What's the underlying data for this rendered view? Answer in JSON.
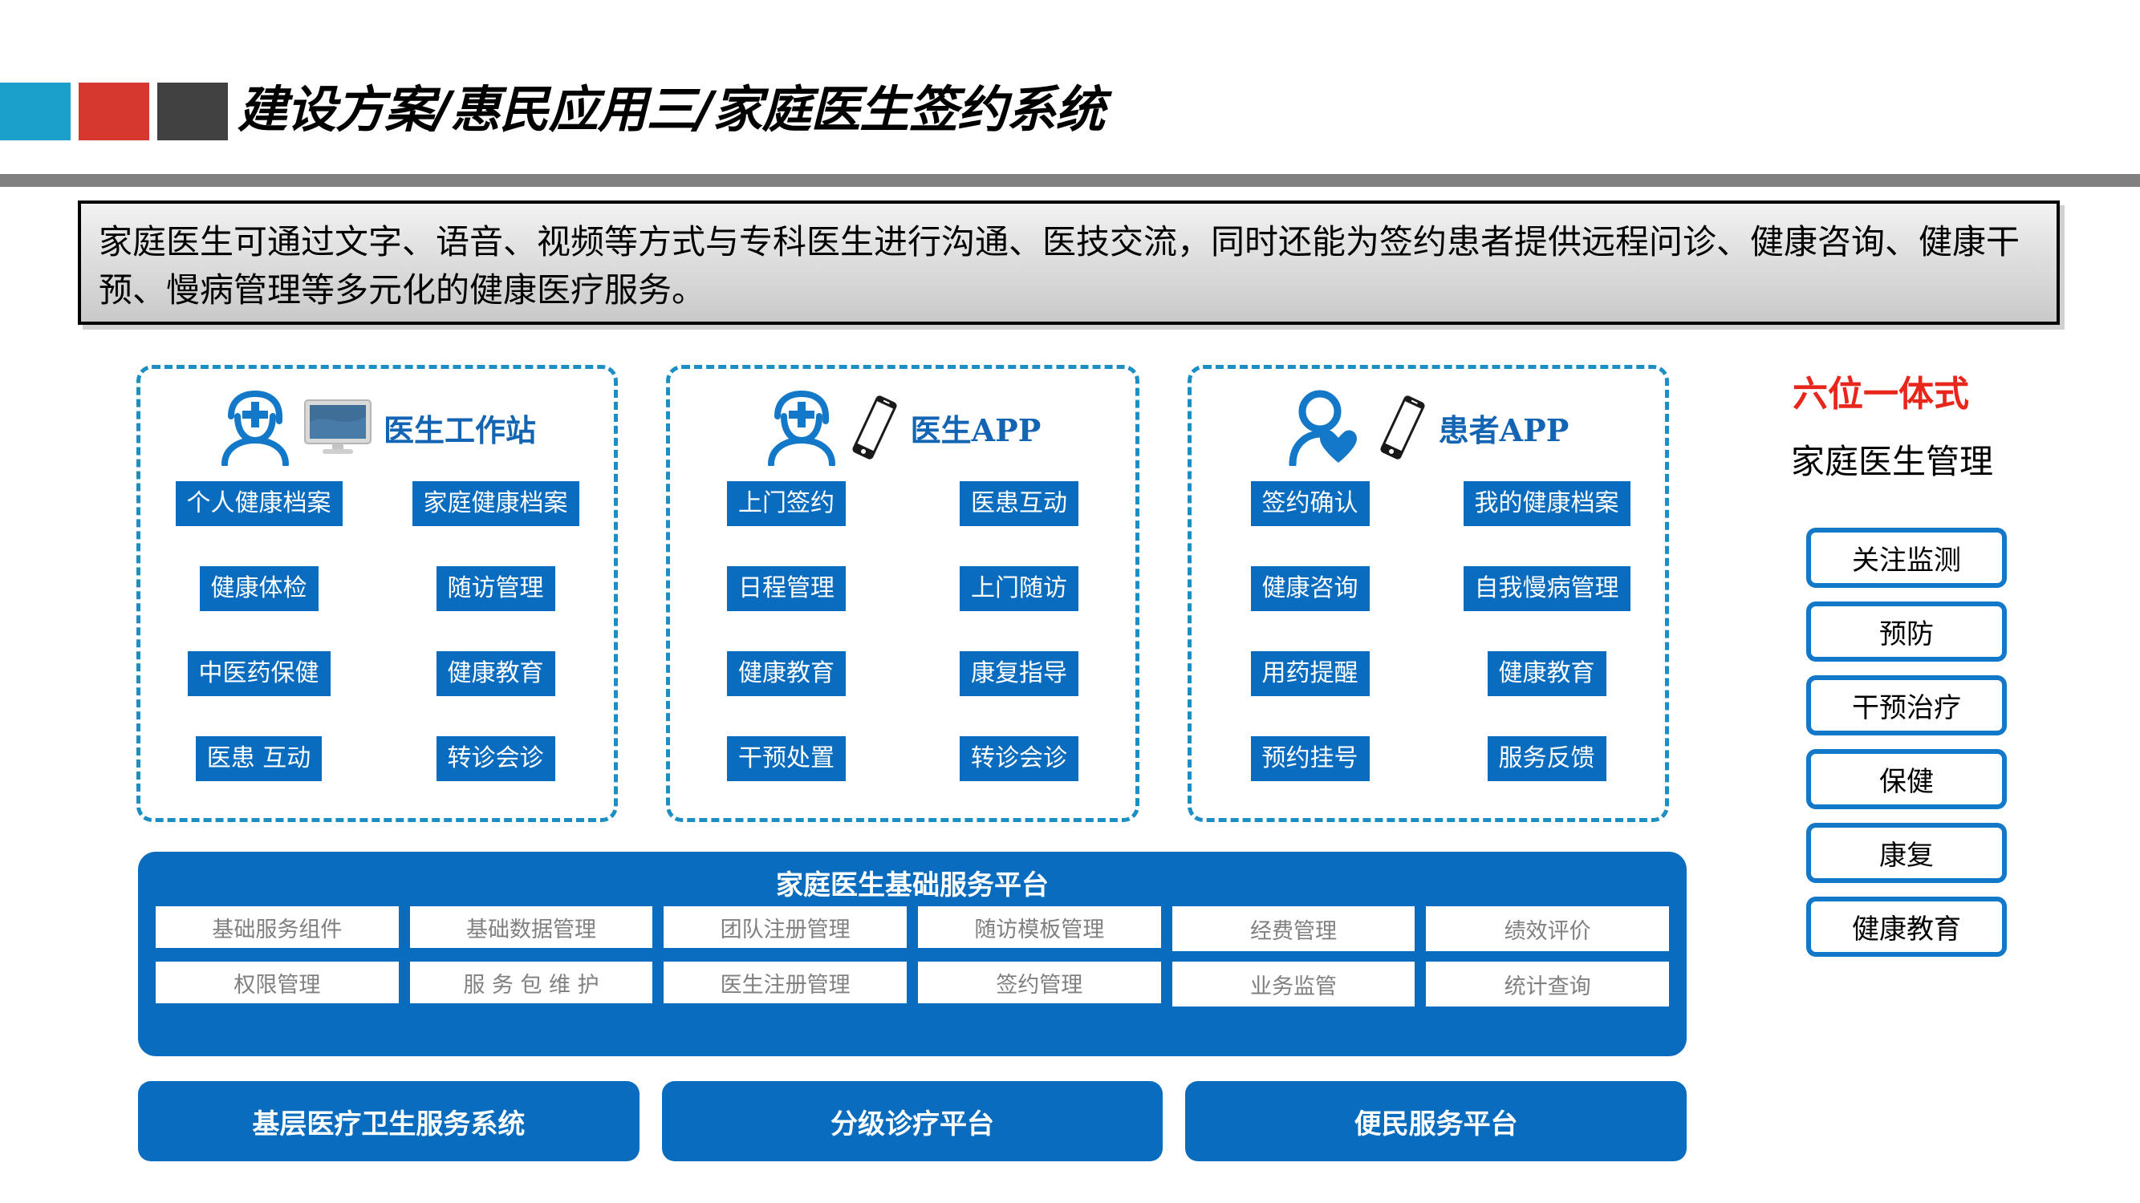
{
  "header": {
    "title": "建设方案/惠民应用三/家庭医生签约系统",
    "swatch_colors": [
      "#1BA0CC",
      "#D6382F",
      "#414141"
    ],
    "rule_color": "#808080"
  },
  "description": {
    "text": "家庭医生可通过文字、语音、视频等方式与专科医生进行沟通、医技交流，同时还能为签约患者提供远程问诊、健康咨询、健康干预、慢病管理等多元化的健康医疗服务。"
  },
  "panels": [
    {
      "title": "医生工作站",
      "icons": [
        "doctor-icon",
        "monitor-icon"
      ],
      "left_tiles": [
        "个人健康档案",
        "健康体检",
        "中医药保健",
        "医患 互动"
      ],
      "right_tiles": [
        "家庭健康档案",
        "随访管理",
        "健康教育",
        "转诊会诊"
      ]
    },
    {
      "title": "医生APP",
      "icons": [
        "doctor-icon",
        "phone-icon"
      ],
      "left_tiles": [
        "上门签约",
        "日程管理",
        "健康教育",
        "干预处置"
      ],
      "right_tiles": [
        "医患互动",
        "上门随访",
        "康复指导",
        "转诊会诊"
      ]
    },
    {
      "title": "患者APP",
      "icons": [
        "patient-heart-icon",
        "phone-icon"
      ],
      "left_tiles": [
        "签约确认",
        "健康咨询",
        "用药提醒",
        "预约挂号"
      ],
      "right_tiles": [
        "我的健康档案",
        "自我慢病管理",
        "健康教育",
        "服务反馈"
      ]
    }
  ],
  "sidebar": {
    "title_red": "六位一体式",
    "title_sub": "家庭医生管理",
    "title_red_color": "#E8261B",
    "items": [
      "关注监测",
      "预防",
      "干预治疗",
      "保健",
      "康复",
      "健康教育"
    ]
  },
  "platform": {
    "title": "家庭医生基础服务平台",
    "accent_color": "#0A6CBE",
    "cells_row1": [
      "基础服务组件",
      "基础数据管理",
      "团队注册管理",
      "随访模板管理",
      "经费管理",
      "绩效评价"
    ],
    "cells_row2": [
      "权限管理",
      "服 务 包 维 护",
      "医生注册管理",
      "签约管理",
      "业务监管",
      "统计查询"
    ]
  },
  "bottom_bars": [
    "基层医疗卫生服务系统",
    "分级诊疗平台",
    "便民服务平台"
  ]
}
